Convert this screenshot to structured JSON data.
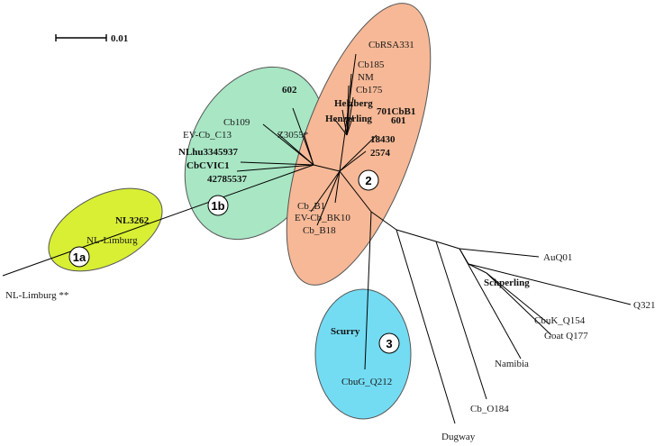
{
  "scale_bar": {
    "label": "0.01"
  },
  "groups": [
    {
      "id": "1a",
      "label": "1a",
      "color": "#d8ef34"
    },
    {
      "id": "1b",
      "label": "1b",
      "color": "#a8e6c4"
    },
    {
      "id": "2",
      "label": "2",
      "color": "#f6b896"
    },
    {
      "id": "3",
      "label": "3",
      "color": "#73dcf3"
    }
  ],
  "taxa": {
    "nl_limburg_star": "NL-Limburg **",
    "nl3262": "NL3262",
    "nl_limburg": "NL-Limburg",
    "t602": "602",
    "cb109": "Cb109",
    "ev_cb_c13": "EV-Cb_C13",
    "z3055": "Z3055*",
    "nlhu3345937": "NLhu3345937",
    "cbcvic1": "CbCVIC1",
    "t42785537": "42785537",
    "cbrsa331": "CbRSA331",
    "cb185": "Cb185",
    "nm": "NM",
    "cb175": "Cb175",
    "helzberg": "Helzberg",
    "henzerling": "Henzerling",
    "cbb1_bold": "701CbB1",
    "t601": "601",
    "t18430": "18430",
    "t2574": "2574",
    "cb_b1": "Cb_B1",
    "ev_cb_bk10": "EV-Cb_BK10",
    "cb_b18": "Cb_B18",
    "scurry": "Scurry",
    "cbug_q212": "CbuG_Q212",
    "auq01": "AuQ01",
    "schperling": "Schperling",
    "q321": "Q321",
    "cbuk_q154": "CbuK_Q154",
    "goat_q177": "Goat Q177",
    "namibia": "Namibia",
    "cb_o184": "Cb_O184",
    "dugway": "Dugway"
  }
}
